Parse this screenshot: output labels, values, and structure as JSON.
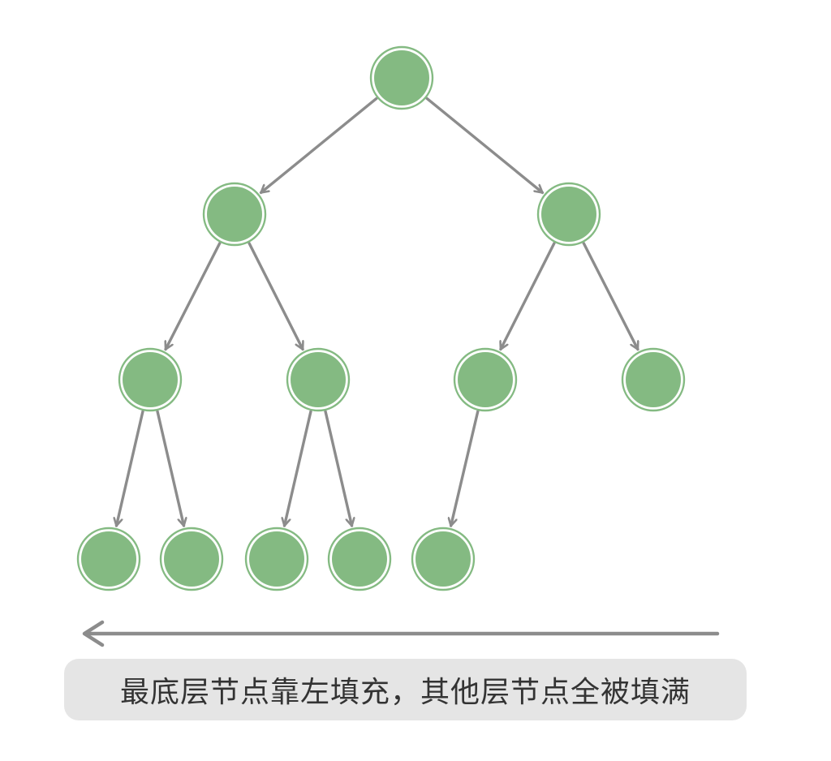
{
  "caption": "最底层节点靠左填充，其他层节点全被填满",
  "colors": {
    "node_fill": "#84ba82",
    "node_ring": "#84ba82",
    "node_gap": "#ffffff",
    "edge": "#8c8c8c",
    "caption_bg": "#e5e5e5",
    "caption_text": "#333333"
  },
  "tree": {
    "levels": [
      1,
      2,
      4,
      5
    ],
    "edges": [
      [
        0,
        1
      ],
      [
        0,
        2
      ],
      [
        1,
        3
      ],
      [
        1,
        4
      ],
      [
        2,
        5
      ],
      [
        2,
        6
      ],
      [
        3,
        7
      ],
      [
        3,
        8
      ],
      [
        4,
        9
      ],
      [
        4,
        10
      ],
      [
        5,
        11
      ]
    ],
    "direction_arrow": "right-to-left"
  }
}
